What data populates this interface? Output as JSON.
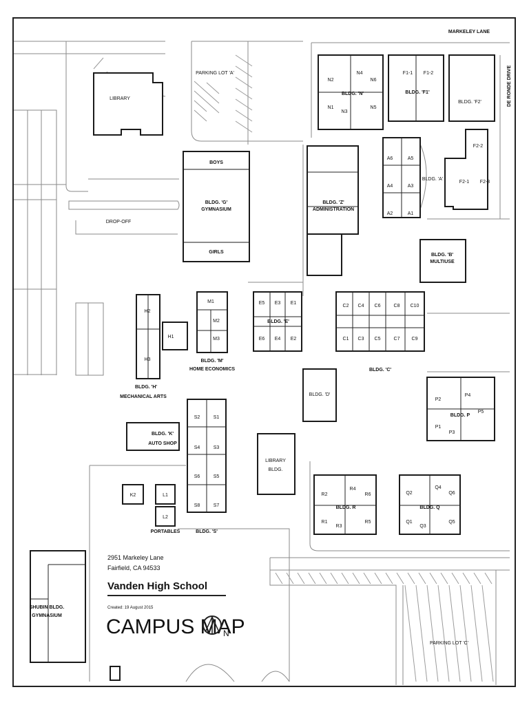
{
  "streets": {
    "north": "MARKELEY LANE",
    "east": "DE RONDE DRIVE"
  },
  "parking": {
    "a": "PARKING LOT 'A'",
    "c": "PARKING LOT 'C'"
  },
  "areas": {
    "library": "LIBRARY",
    "dropoff": "DROP-OFF",
    "portables": "PORTABLES"
  },
  "buildings": {
    "g": {
      "name": "BLDG. 'G'",
      "sub": "GYMNASIUM",
      "boys": "BOYS",
      "girls": "GIRLS"
    },
    "n": {
      "name": "BLDG. 'N'",
      "rooms": [
        "N2",
        "N4",
        "N6",
        "N1",
        "N3",
        "N5"
      ]
    },
    "f1": {
      "name": "BLDG. 'F1'",
      "rooms": [
        "F1-1",
        "F1-2"
      ]
    },
    "f2": {
      "name": "BLDG. 'F2'",
      "rooms": [
        "F2-2",
        "F2-1",
        "F2-3"
      ]
    },
    "a": {
      "name": "BLDG. 'A'",
      "rooms": [
        "A6",
        "A5",
        "A4",
        "A3",
        "A2",
        "A1"
      ]
    },
    "z": {
      "name": "BLDG. 'Z'",
      "sub": "ADMINISTRATION"
    },
    "b": {
      "name": "BLDG. 'B'",
      "sub": "MULTIUSE"
    },
    "h": {
      "name": "BLDG. 'H'",
      "sub": "MECHANICAL ARTS",
      "rooms": [
        "H2",
        "H1",
        "H3"
      ]
    },
    "m": {
      "name": "BLDG. 'M'",
      "sub": "HOME ECONOMICS",
      "rooms": [
        "M1",
        "M2",
        "M3"
      ]
    },
    "e": {
      "name": "BLDG. 'E'",
      "rooms": [
        "E5",
        "E3",
        "E1",
        "E6",
        "E4",
        "E2"
      ]
    },
    "c": {
      "name": "BLDG. 'C'",
      "rooms": [
        "C2",
        "C4",
        "C6",
        "C8",
        "C10",
        "C1",
        "C3",
        "C5",
        "C7",
        "C9"
      ]
    },
    "d": {
      "name": "BLDG. 'D'"
    },
    "p": {
      "name": "BLDG. P",
      "rooms": [
        "P2",
        "P4",
        "P5",
        "P1",
        "P3"
      ]
    },
    "k": {
      "name": "BLDG. 'K'",
      "sub": "AUTO SHOP",
      "rooms": [
        "K2"
      ]
    },
    "l": {
      "rooms": [
        "L1",
        "L2"
      ]
    },
    "s": {
      "name": "BLDG. 'S'",
      "rooms": [
        "S2",
        "S1",
        "S4",
        "S3",
        "S6",
        "S5",
        "S8",
        "S7"
      ]
    },
    "libbldg": {
      "name": "LIBRARY",
      "sub": "BLDG."
    },
    "r": {
      "name": "BLDG. R",
      "rooms": [
        "R2",
        "R4",
        "R6",
        "R1",
        "R3",
        "R5"
      ]
    },
    "q": {
      "name": "BLDG. Q",
      "rooms": [
        "Q2",
        "Q4",
        "Q6",
        "Q1",
        "Q3",
        "Q5"
      ]
    },
    "shubin": {
      "name": "SHUBIN BLDG.",
      "sub": "GYMNASIUM"
    }
  },
  "info": {
    "address1": "2951 Markeley Lane",
    "address2": "Fairfield, CA 94533",
    "school": "Vanden High School",
    "created": "Created: 19 August 2015",
    "title": "CAMPUS MAP",
    "north": "N"
  },
  "colors": {
    "line": "#1a1a1a",
    "thin": "#8a8a8a",
    "bg": "#ffffff"
  }
}
